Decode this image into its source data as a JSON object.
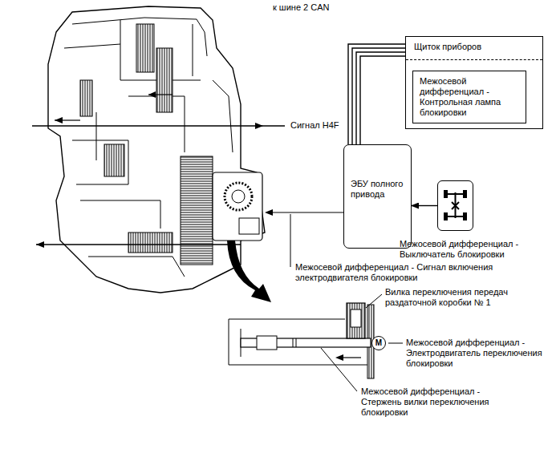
{
  "diagram": {
    "nodes": [
      {
        "text": [
          "Щиток приборов"
        ]
      },
      {
        "text": [
          "Межосевой дифференциал - Контрольная лампа блокировки"
        ],
        "in": 0
      },
      {
        "text": [
          "ЭБУ полного привода"
        ]
      },
      {
        "text": [
          "Межосевой дифференциал - Выключатель блокировки"
        ]
      },
      {
        "text": [
          "M"
        ]
      }
    ],
    "edges": [
      {
        "from": 2,
        "to": 0,
        "arrow": "none"
      },
      {
        "from": 3,
        "to": 2,
        "arrow": "to"
      }
    ],
    "labels": [
      "к шине 2 CAN",
      "Сигнал H4F",
      "Межосевой дифференциал - Сигнал включения электродвигателя блокировки",
      "Вилка переключения передач раздаточной коробки № 1",
      "Межосевой дифференциал - Электродвигатель переключения блокировки",
      "Межосевой дифференциал - Стержень вилки переключения блокировки"
    ]
  }
}
